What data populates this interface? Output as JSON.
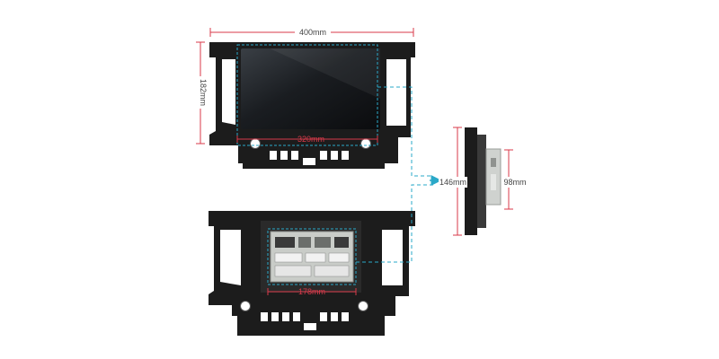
{
  "dimensions": {
    "overall_width": "400mm",
    "overall_height": "182mm",
    "screen_width": "320mm",
    "side_height": "146mm",
    "side_depth": "98mm",
    "back_width": "178mm"
  },
  "colors": {
    "dimension_line": "#d93a4a",
    "callout_line": "#2aa8c8",
    "frame": "#1c1c1c",
    "board": "#c9ccc8"
  }
}
